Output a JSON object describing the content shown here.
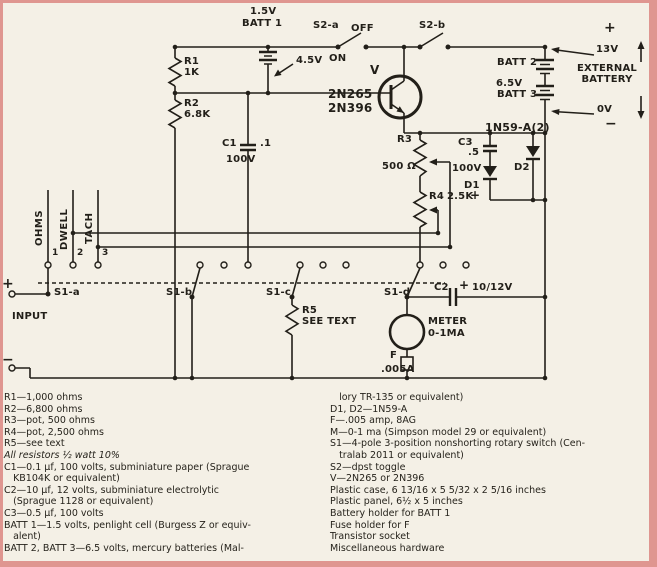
{
  "colors": {
    "page_edge": "#df9690",
    "paper": "#f4f0e6",
    "ink": "#221f19"
  },
  "schematic": {
    "labels": {
      "batt1_voltage": "1.5V",
      "batt1_name": "BATT 1",
      "s2a": "S2-a",
      "off": "OFF",
      "on": "ON",
      "s2b": "S2-b",
      "ext_plus": "+",
      "v13": "13V",
      "batt2": "BATT 2",
      "v65": "6.5V",
      "batt3": "BATT 3",
      "external_battery": "EXTERNAL\nBATTERY",
      "v0": "0V",
      "ext_minus": "−",
      "r1": "R1",
      "r1_val": "1K",
      "r2": "R2",
      "r2_val": "6.8K",
      "v45": "4.5V",
      "v_label": "V",
      "transistor_type_1": "2N265",
      "transistor_type_2": "2N396",
      "c1": "C1",
      "c1_val": ".1",
      "c1_volt": "100V",
      "r3": "R3",
      "r3_val": "500 Ω",
      "c3": "C3",
      "c3_val": ".5",
      "c3_volt": "100V",
      "diode_type": "1N59-A(2)",
      "d1": "D1",
      "d1_plus": "+",
      "d2": "D2",
      "r4": "R4",
      "r4_val": "2.5K",
      "pos_ohms": "OHMS",
      "pos_dwell": "DWELL",
      "pos_tach": "TACH",
      "n1": "1",
      "n2": "2",
      "n3": "3",
      "s1a": "S1-a",
      "s1b": "S1-b",
      "s1c": "S1-c",
      "s1d": "S1-d",
      "input": "INPUT",
      "input_plus": "+",
      "input_minus": "−",
      "r5": "R5",
      "r5_val": "SEE TEXT",
      "meter_1": "METER",
      "meter_2": "0-1MA",
      "f": "F",
      "f_val": ".005A",
      "c2": "C2",
      "c2_plus": "+",
      "c2_val": "10/12V"
    }
  },
  "parts_list": {
    "left_top": "R1—1,000 ohms\nR2—6,800 ohms\nR3—pot, 500 ohms\nR4—pot, 2,500 ohms\nR5—see text",
    "left_note": "All resistors ½ watt 10%",
    "left_rest": "C1—0.1 μf, 100 volts, subminiature paper (Sprague\n   KB104K or equivalent)\nC2—10 μf, 12 volts, subminiature electrolytic\n   (Sprague 1128 or equivalent)\nC3—0.5 μf, 100 volts\nBATT 1—1.5 volts, penlight cell (Burgess Z or equiv-\n   alent)\nBATT 2, BATT 3—6.5 volts, mercury batteries (Mal-",
    "right": "   lory TR-135 or equivalent)\nD1, D2—1N59-A\nF—.005 amp, 8AG\nM—0-1 ma (Simpson model 29 or equivalent)\nS1—4-pole 3-position nonshorting rotary switch (Cen-\n   tralab 2011 or equivalent)\nS2—dpst toggle\nV—2N265 or 2N396\nPlastic case, 6 13/16 x 5 5/32 x 2 5/16 inches\nPlastic panel, 6½ x 5 inches\nBattery holder for BATT 1\nFuse holder for F\nTransistor socket\nMiscellaneous hardware"
  }
}
